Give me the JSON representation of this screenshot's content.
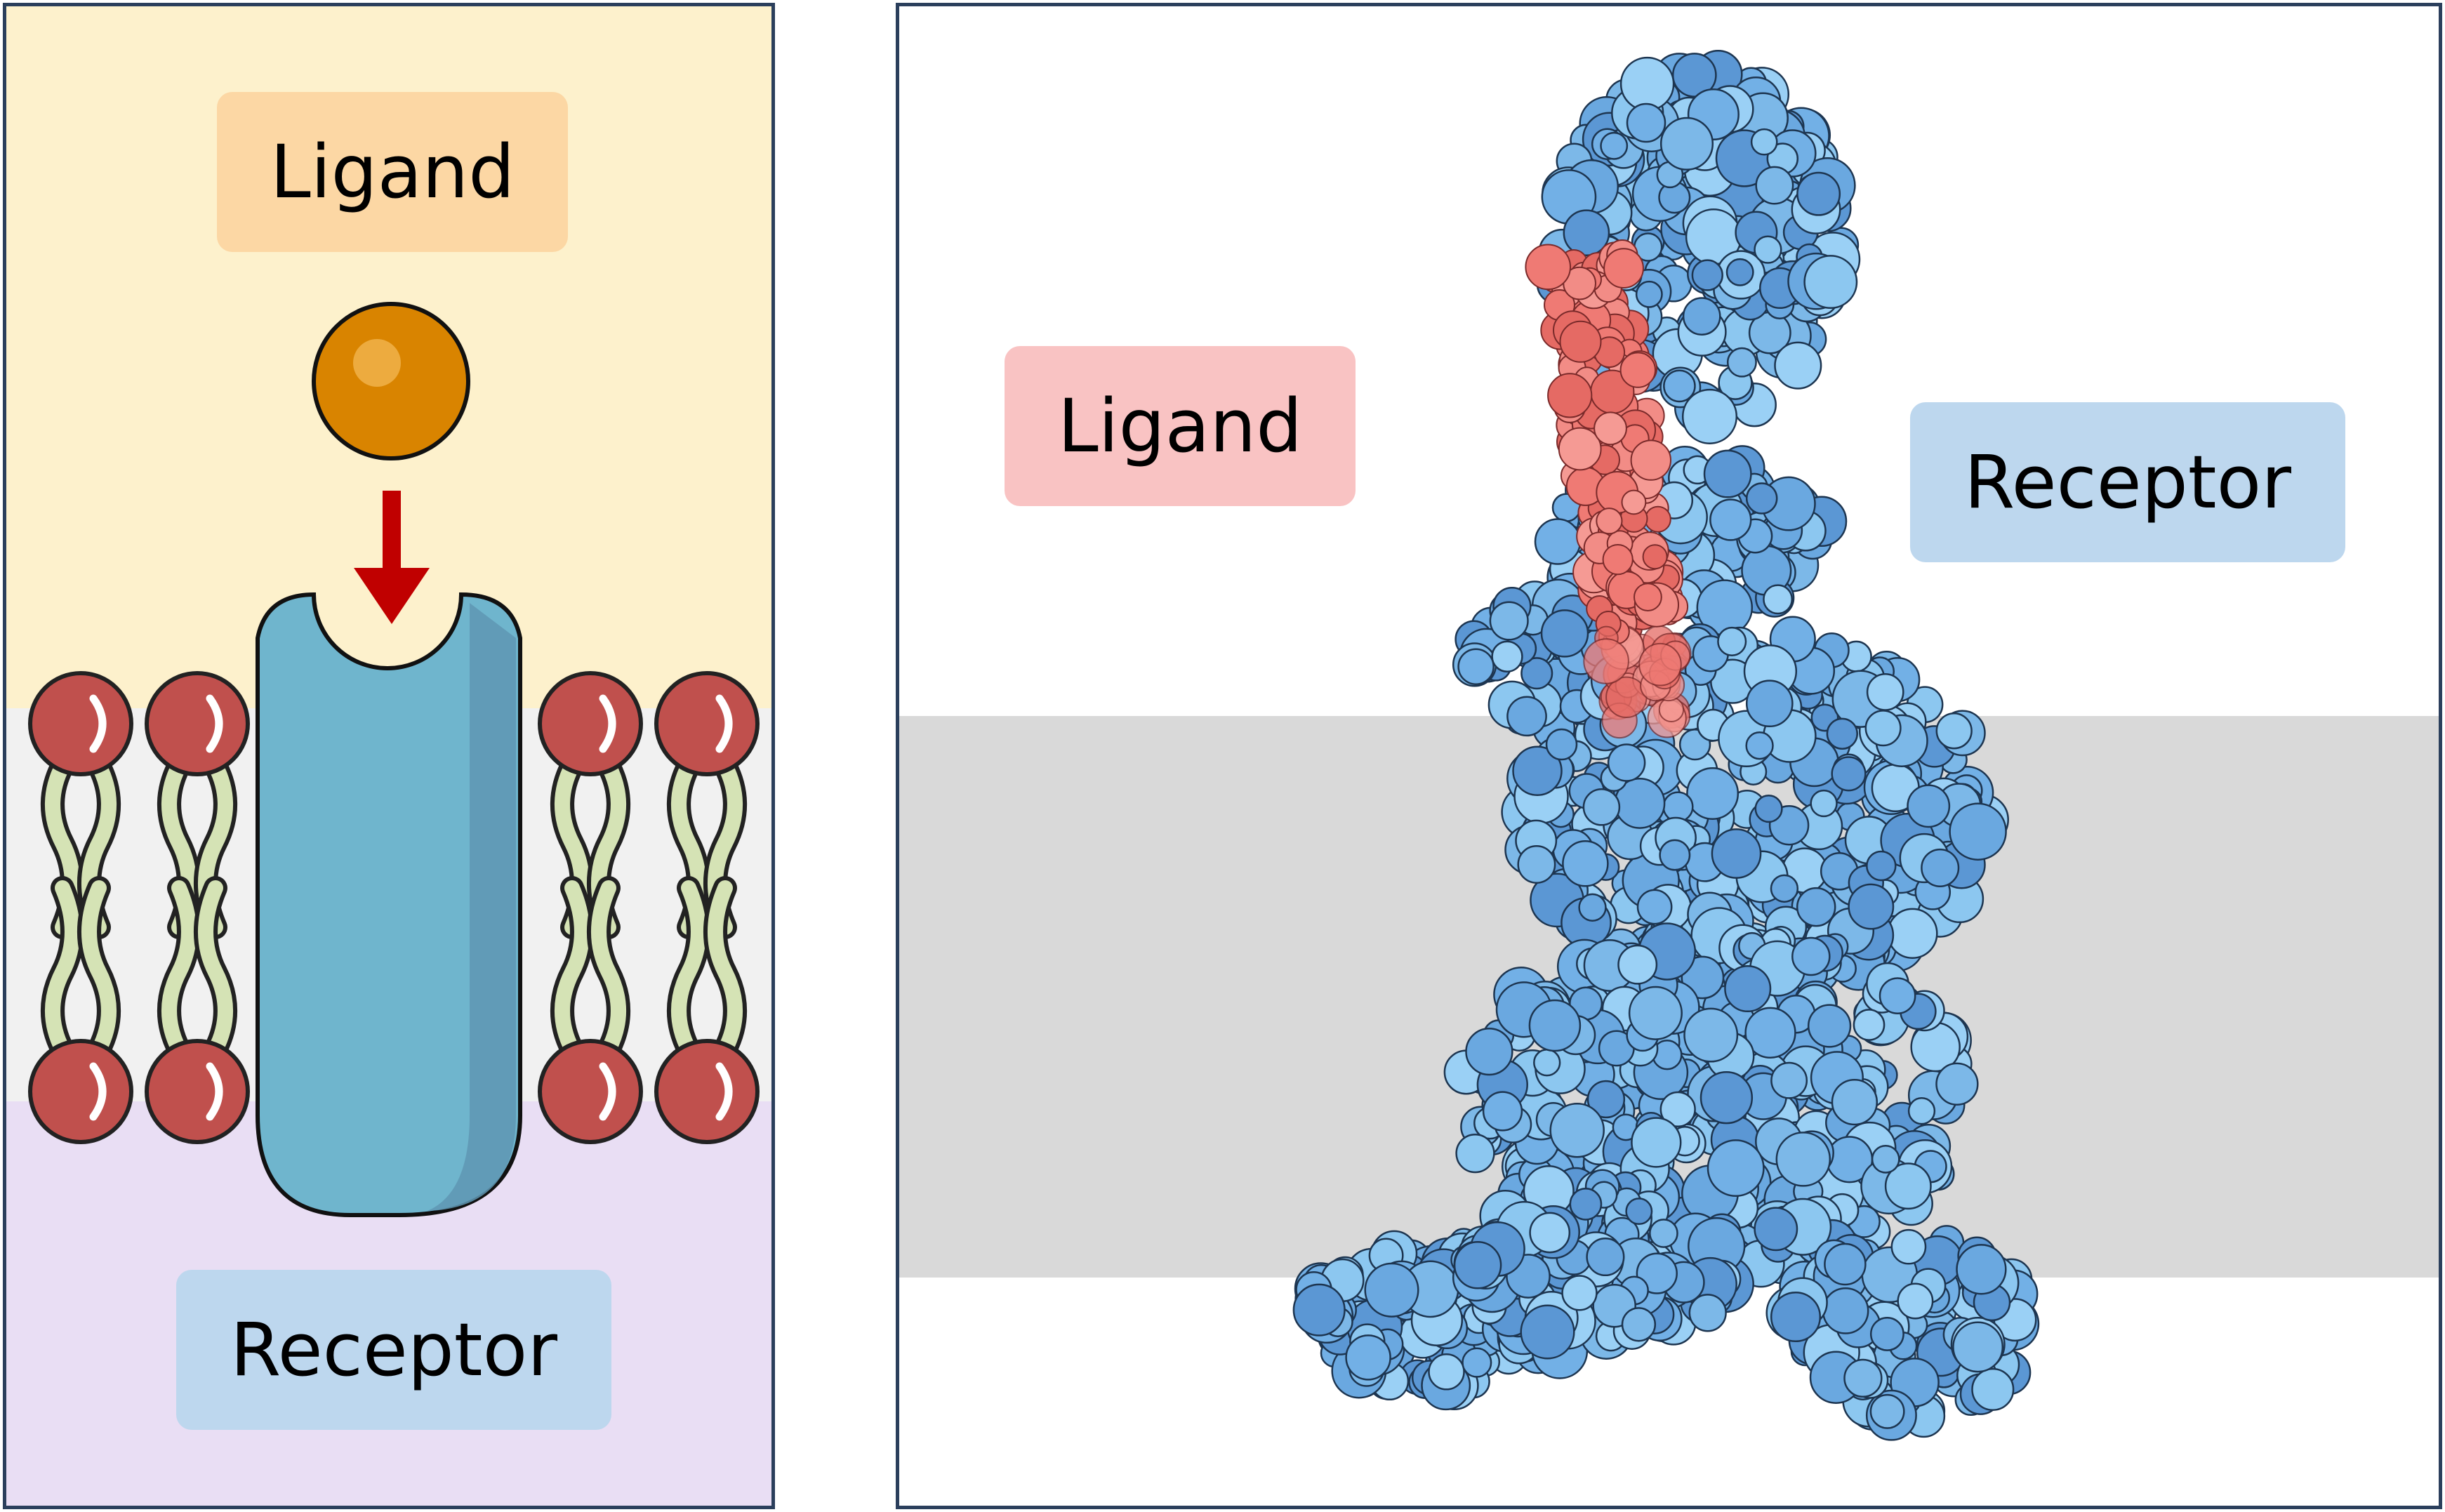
{
  "left_panel": {
    "ligand_label": "Ligand",
    "receptor_label": "Receptor"
  },
  "right_panel": {
    "ligand_label": "Ligand",
    "receptor_label": "Receptor"
  },
  "colors": {
    "extracellular": "#fdf1cc",
    "membrane": "#f1f1f1",
    "intracellular": "#e9def4",
    "membrane_band_right": "#d9d9d9",
    "ligand_ball": "#d98400",
    "arrow": "#c00000",
    "receptor_body": "#6fb5cd",
    "lipid_head": "#c0504d",
    "lipid_tail": "#d5e3b5",
    "ligand_label_bg_left": "#fcd7a4",
    "receptor_label_bg": "#bdd7ee",
    "ligand_label_bg_right": "#f9c3c3",
    "protein": "#7cb8e8",
    "protein_ligand": "#ef7a74"
  }
}
